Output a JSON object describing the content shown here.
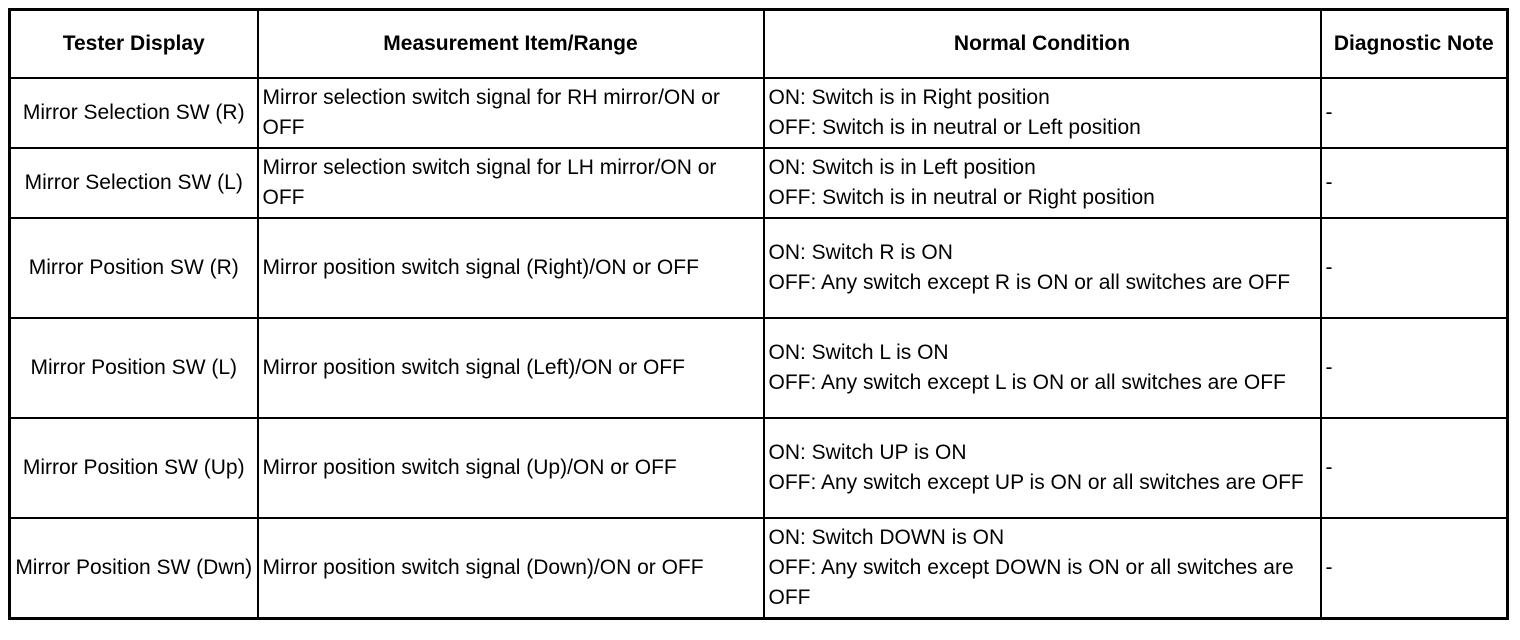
{
  "table": {
    "headers": {
      "tester_display": "Tester Display",
      "measurement": "Measurement Item/Range",
      "normal_condition": "Normal Condition",
      "diagnostic_note": "Diagnostic Note"
    },
    "rows": [
      {
        "display": "Mirror Selection SW (R)",
        "measurement": "Mirror selection switch signal for RH mirror/ON or OFF",
        "condition_on": "ON: Switch is in Right position",
        "condition_off": "OFF: Switch is in neutral or Left position",
        "note": "-"
      },
      {
        "display": "Mirror Selection SW (L)",
        "measurement": "Mirror selection switch signal for LH mirror/ON or OFF",
        "condition_on": "ON: Switch is in Left position",
        "condition_off": "OFF: Switch is in neutral or Right position",
        "note": "-"
      },
      {
        "display": "Mirror Position SW (R)",
        "measurement": "Mirror position switch signal (Right)/ON or OFF",
        "condition_on": "ON: Switch R is ON",
        "condition_off": "OFF: Any switch except R is ON or all switches are OFF",
        "note": "-"
      },
      {
        "display": "Mirror Position SW (L)",
        "measurement": "Mirror position switch signal (Left)/ON or OFF",
        "condition_on": "ON: Switch L is ON",
        "condition_off": "OFF: Any switch except L is ON or all switches are OFF",
        "note": "-"
      },
      {
        "display": "Mirror Position SW (Up)",
        "measurement": "Mirror position switch signal (Up)/ON or OFF",
        "condition_on": "ON: Switch UP is ON",
        "condition_off": "OFF: Any switch except UP is ON or all switches are OFF",
        "note": "-"
      },
      {
        "display": "Mirror Position SW (Dwn)",
        "measurement": "Mirror position switch signal (Down)/ON or OFF",
        "condition_on": "ON: Switch DOWN is ON",
        "condition_off": "OFF: Any switch except DOWN is ON or all switches are OFF",
        "note": "-"
      }
    ]
  }
}
